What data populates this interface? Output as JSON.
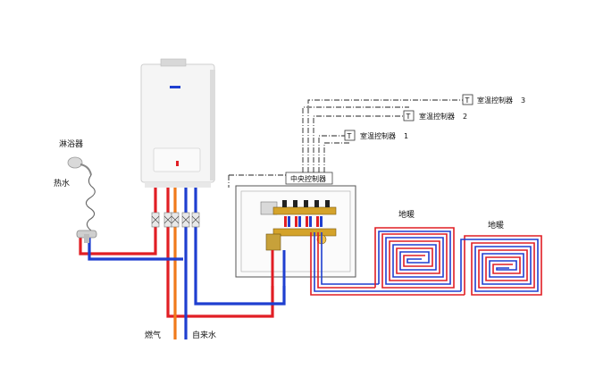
{
  "labels": {
    "shower": "淋浴器",
    "hot_water": "热水",
    "gas": "燃气",
    "tap_water": "自来水",
    "central_controller": "中央控制器",
    "floor_heating_1": "地暖",
    "floor_heating_2": "地暖",
    "thermostats": [
      {
        "text": "室温控制器",
        "num": "1"
      },
      {
        "text": "室温控制器",
        "num": "2"
      },
      {
        "text": "室温控制器",
        "num": "3"
      }
    ],
    "thermostat_symbol": "T"
  },
  "colors": {
    "hot_pipe": "#e11e24",
    "cold_pipe": "#1f3fd0",
    "gas_pipe": "#f07a1a",
    "control_line": "#222222",
    "boiler_body": "#f4f4f4",
    "cabinet_border": "#555555"
  },
  "icons": [
    "shower-head-icon",
    "faucet-icon",
    "thermostat-icon",
    "valve-icon",
    "manifold-icon",
    "boiler-icon"
  ]
}
